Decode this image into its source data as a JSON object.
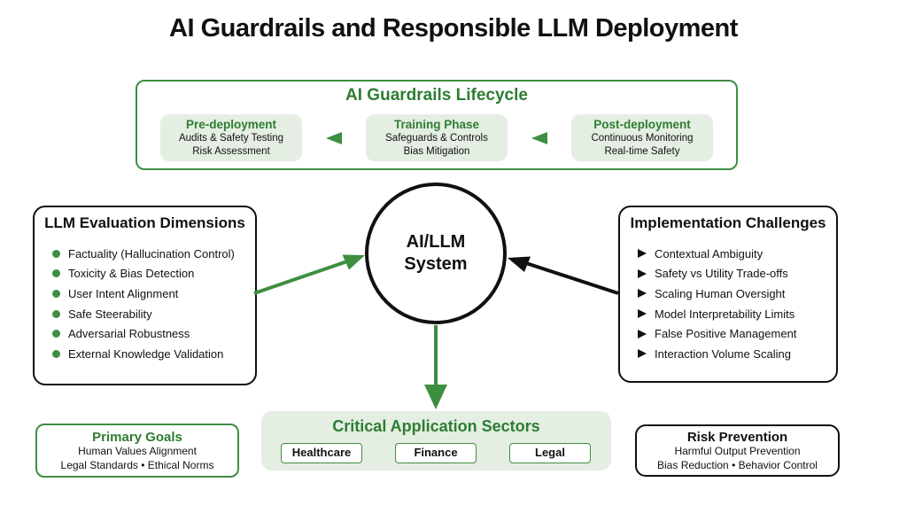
{
  "title": "AI Guardrails and Responsible LLM Deployment",
  "colors": {
    "green_text": "#2e7d32",
    "green_accent": "#3e8e41",
    "light_green_fill": "#e4eee2",
    "black": "#111111"
  },
  "lifecycle": {
    "title": "AI Guardrails Lifecycle",
    "phases": [
      {
        "title": "Pre-deployment",
        "line1": "Audits & Safety Testing",
        "line2": "Risk Assessment"
      },
      {
        "title": "Training Phase",
        "line1": "Safeguards & Controls",
        "line2": "Bias Mitigation"
      },
      {
        "title": "Post-deployment",
        "line1": "Continuous Monitoring",
        "line2": "Real-time Safety"
      }
    ]
  },
  "evaluation": {
    "title": "LLM Evaluation Dimensions",
    "items": [
      "Factuality (Hallucination Control)",
      "Toxicity & Bias Detection",
      "User Intent Alignment",
      "Safe Steerability",
      "Adversarial Robustness",
      "External Knowledge Validation"
    ]
  },
  "system": {
    "line1": "AI/LLM",
    "line2": "System"
  },
  "challenges": {
    "title": "Implementation Challenges",
    "items": [
      "Contextual Ambiguity",
      "Safety vs Utility Trade-offs",
      "Scaling Human Oversight",
      "Model Interpretability Limits",
      "False Positive Management",
      "Interaction Volume Scaling"
    ]
  },
  "goals": {
    "title": "Primary Goals",
    "line1": "Human Values Alignment",
    "line2": "Legal Standards • Ethical Norms"
  },
  "sectors": {
    "title": "Critical Application Sectors",
    "buttons": [
      "Healthcare",
      "Finance",
      "Legal"
    ]
  },
  "risk": {
    "title": "Risk Prevention",
    "line1": "Harmful Output Prevention",
    "line2": "Bias Reduction • Behavior Control"
  }
}
